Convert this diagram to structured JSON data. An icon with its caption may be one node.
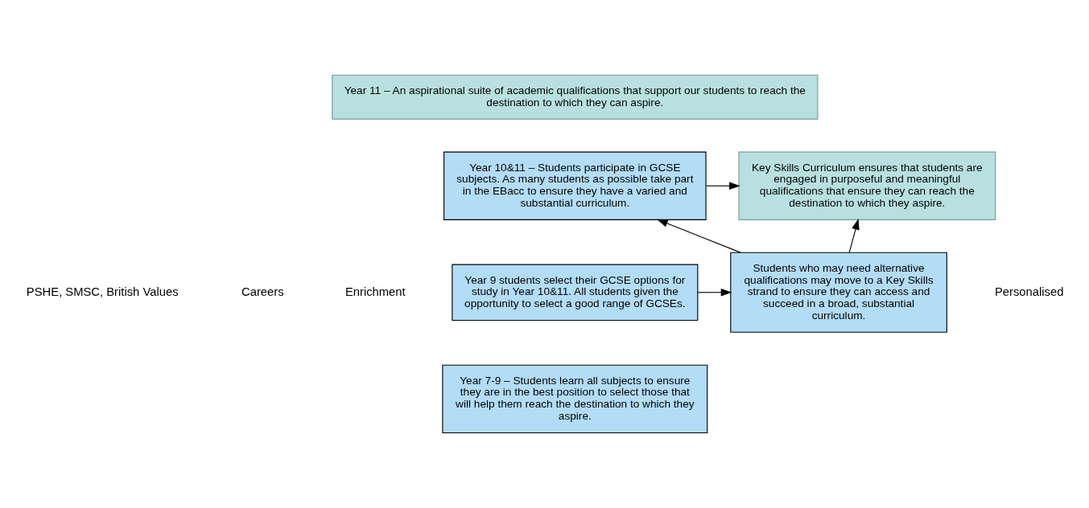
{
  "diagram": {
    "nodes": [
      {
        "text": [
          "Year 11 – An aspirational suite of academic qualifications that support our students to reach the destination to which they can aspire."
        ]
      },
      {
        "text": [
          "Year 10&11 – Students participate in GCSE subjects. As many students as possible take part in the EBacc to ensure they have a varied and substantial curriculum."
        ]
      },
      {
        "text": [
          "Key Skills Curriculum ensures that students are engaged in purposeful and meaningful qualifications that ensure they can reach the destination to which they aspire."
        ]
      },
      {
        "text": [
          "Year 9 students select their GCSE options for study in Year 10&11. All students given the opportunity to select a good range of GCSEs."
        ]
      },
      {
        "text": [
          "Students who may need alternative qualifications may move to a Key Skills strand to ensure they can access and succeed in a broad, substantial curriculum."
        ]
      },
      {
        "text": [
          "Year 7-9 – Students learn all subjects to ensure they are in the best position to select those that will help them reach the destination to which they aspire."
        ]
      }
    ],
    "edges": [
      {
        "from": 1,
        "to": 2,
        "arrow": "to"
      },
      {
        "from": 3,
        "to": 4,
        "arrow": "to"
      },
      {
        "from": 4,
        "to": 1,
        "arrow": "to"
      },
      {
        "from": 4,
        "to": 2,
        "arrow": "to"
      }
    ],
    "labels": [
      "PSHE, SMSC, British Values",
      "Careers",
      "Enrichment",
      "Personalised"
    ]
  }
}
